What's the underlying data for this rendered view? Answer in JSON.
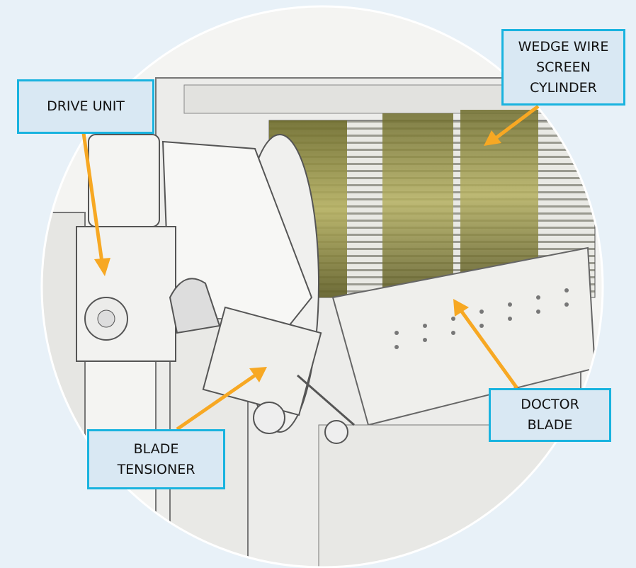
{
  "labels": {
    "drive_unit": "DRIVE UNIT",
    "wedge_wire": "WEDGE WIRE\nSCREEN\nCYLINDER",
    "doctor_blade": "DOCTOR\nBLADE",
    "blade_tensioner": "BLADE\nTENSIONER"
  },
  "colors": {
    "background": "#e8f1f8",
    "label_fill": "#d9e8f3",
    "label_border": "#19b3df",
    "arrow": "#f7a823",
    "screen": "#8a8a3a"
  }
}
